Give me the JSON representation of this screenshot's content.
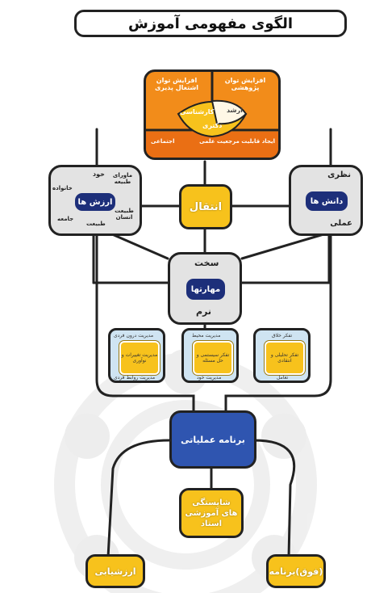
{
  "title": "الگوی مفهومی آموزش",
  "top_block": {
    "cells": [
      "افزایش توان اشتغال پذیری",
      "افزایش توان پژوهشی",
      "کارشناسی",
      "ارشد",
      "دکتری",
      "ایجاد قابلیت مرجعیت علمی",
      "اجتماعی"
    ]
  },
  "transfer": "انتقال",
  "values_block": {
    "center": "ارزش ها",
    "items": [
      "خود",
      "ماورای طبیعه",
      "خانواده",
      "جامعه",
      "طبیعت انسان",
      "طبیعت"
    ]
  },
  "knowledge_block": {
    "center": "دانش ها",
    "top": "نظری",
    "bottom": "عملی"
  },
  "skills_block": {
    "center": "مهارتها",
    "top": "سخت",
    "bottom": "نرم"
  },
  "sub_cards": [
    {
      "top": "مدیریت درون فردی",
      "center": "مدیریت تغییرات و نوآوری",
      "bottom": "مدیریت روابط فردی"
    },
    {
      "top": "مدیریت محیط",
      "center": "تفکر سیستمی و حل مسئله",
      "bottom": "مدیریت خود"
    },
    {
      "top": "تفکر خلاق",
      "center": "تفکر تحلیلی و انتقادی",
      "bottom": "تعامل"
    }
  ],
  "program": "برنامه عملیاتی",
  "competencies": "شایستگی های آموزشی استاد",
  "evaluation": "ارزشیابی",
  "extra_curricular": "(فوق)برنامه",
  "colors": {
    "orange": "#f28c1a",
    "yellow": "#f7c21c",
    "navy": "#1d2f7a",
    "program_blue": "#2f55b0",
    "gray": "#e3e3e3",
    "light_blue": "#cfe4f2"
  }
}
